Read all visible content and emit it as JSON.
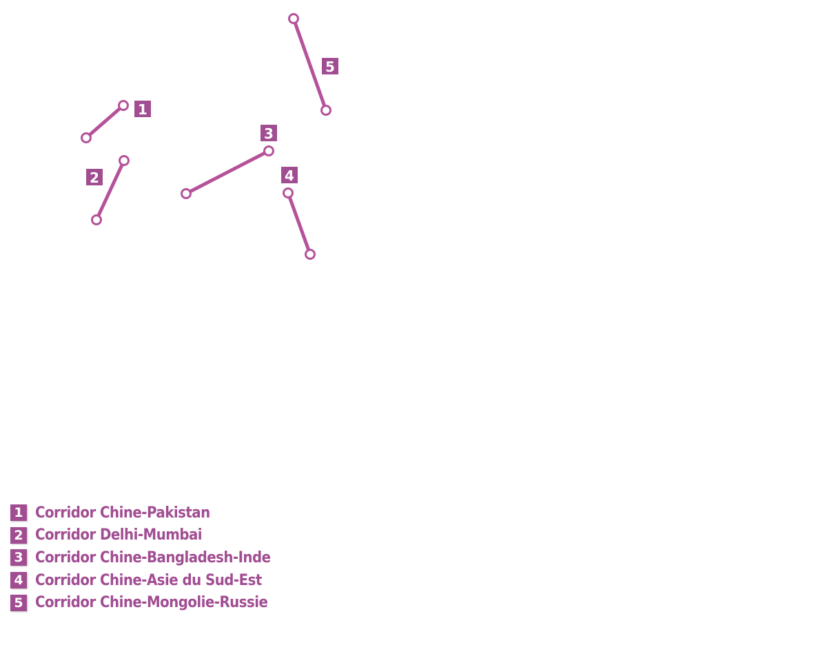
{
  "map": {
    "accent_color": "#b5529a",
    "badge_color": "#a14d92",
    "corridors": [
      {
        "id": "1",
        "label": "Corridor Chine-Pakistan"
      },
      {
        "id": "2",
        "label": "Corridor Delhi-Mumbai"
      },
      {
        "id": "3",
        "label": "Corridor Chine-Bangladesh-Inde"
      },
      {
        "id": "4",
        "label": "Corridor Chine-Asie du Sud-Est"
      },
      {
        "id": "5",
        "label": "Corridor Chine-Mongolie-Russie"
      }
    ]
  }
}
